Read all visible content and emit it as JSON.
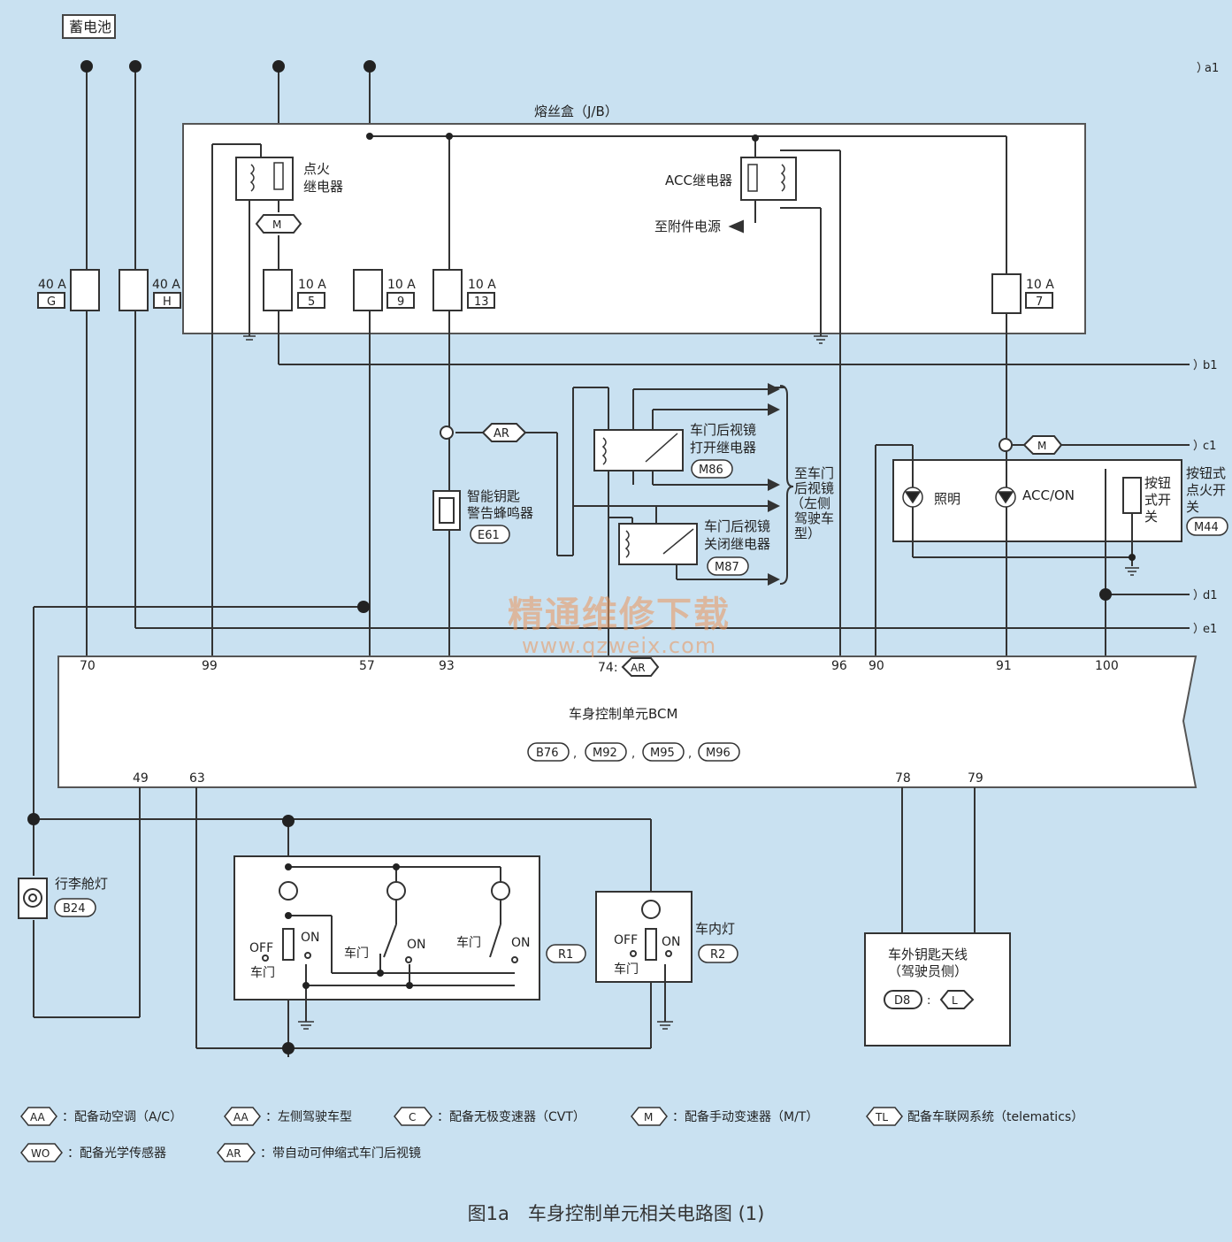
{
  "title": "图1a　车身控制单元相关电路图 (1)",
  "battery": "蓄电池",
  "fusebox": "熔丝盒（J/B）",
  "ignition_relay": [
    "点火",
    "继电器"
  ],
  "acc_relay": "ACC继电器",
  "acc_supply": "至附件电源",
  "fuses": [
    {
      "rating": "40 A",
      "id": "G"
    },
    {
      "rating": "40 A",
      "id": "H"
    },
    {
      "rating": "10 A",
      "id": "5"
    },
    {
      "rating": "10 A",
      "id": "9"
    },
    {
      "rating": "10 A",
      "id": "13"
    },
    {
      "rating": "10 A",
      "id": "7"
    }
  ],
  "tag_m": "M",
  "tag_ar": "AR",
  "tag_l": "L",
  "buzzer": {
    "name": [
      "智能钥匙",
      "警告蜂鸣器"
    ],
    "code": "E61"
  },
  "mirror_open_relay": {
    "name": [
      "车门后视镜",
      "打开继电器"
    ],
    "code": "M86"
  },
  "mirror_close_relay": {
    "name": [
      "车门后视镜",
      "关闭继电器"
    ],
    "code": "M87"
  },
  "mirror_dest": [
    "至车门",
    "后视镜",
    "（左侧",
    "驾驶车",
    "型）"
  ],
  "push_switch": {
    "name": [
      "按钮式",
      "点火开",
      "关"
    ],
    "code": "M44",
    "lamp1": "照明",
    "lamp2": "ACC/ON",
    "switch": [
      "按钮",
      "式开",
      "关"
    ]
  },
  "offpage": [
    "a1",
    "b1",
    "c1",
    "d1",
    "e1"
  ],
  "bcm": {
    "name": "车身控制单元BCM",
    "codes": [
      "B76",
      "M92",
      "M95",
      "M96"
    ],
    "pins_top": [
      "70",
      "99",
      "57",
      "93",
      "74:",
      "96",
      "90",
      "91",
      "100"
    ],
    "pins_bottom": [
      "49",
      "63",
      "78",
      "79"
    ]
  },
  "trunk_lamp": {
    "name": "行李舱灯",
    "code": "B24"
  },
  "door_sw": {
    "off": "OFF",
    "on": "ON",
    "door": "车门",
    "code": "R1"
  },
  "room_lamp": {
    "name": "车内灯",
    "code": "R2",
    "off": "OFF",
    "on": "ON",
    "door": "车门"
  },
  "antenna": {
    "name": [
      "车外钥匙天线",
      "（驾驶员侧）"
    ],
    "code": "D8",
    "sep": ":"
  },
  "legend": [
    {
      "tag": "AA",
      "text": "：配备动空调（A/C）"
    },
    {
      "tag": "AA",
      "text": "：左侧驾驶车型"
    },
    {
      "tag": "C",
      "text": "：配备无极变速器（CVT）"
    },
    {
      "tag": "M",
      "text": "：配备手动变速器（M/T）"
    },
    {
      "tag": "TL",
      "text": "配备车联网系统（telematics）"
    },
    {
      "tag": "WO",
      "text": "：配备光学传感器"
    },
    {
      "tag": "AR",
      "text": "：带自动可伸缩式车门后视镜"
    }
  ],
  "watermark": {
    "cn": "精通维修下载",
    "url": "www.qzweix.com"
  }
}
